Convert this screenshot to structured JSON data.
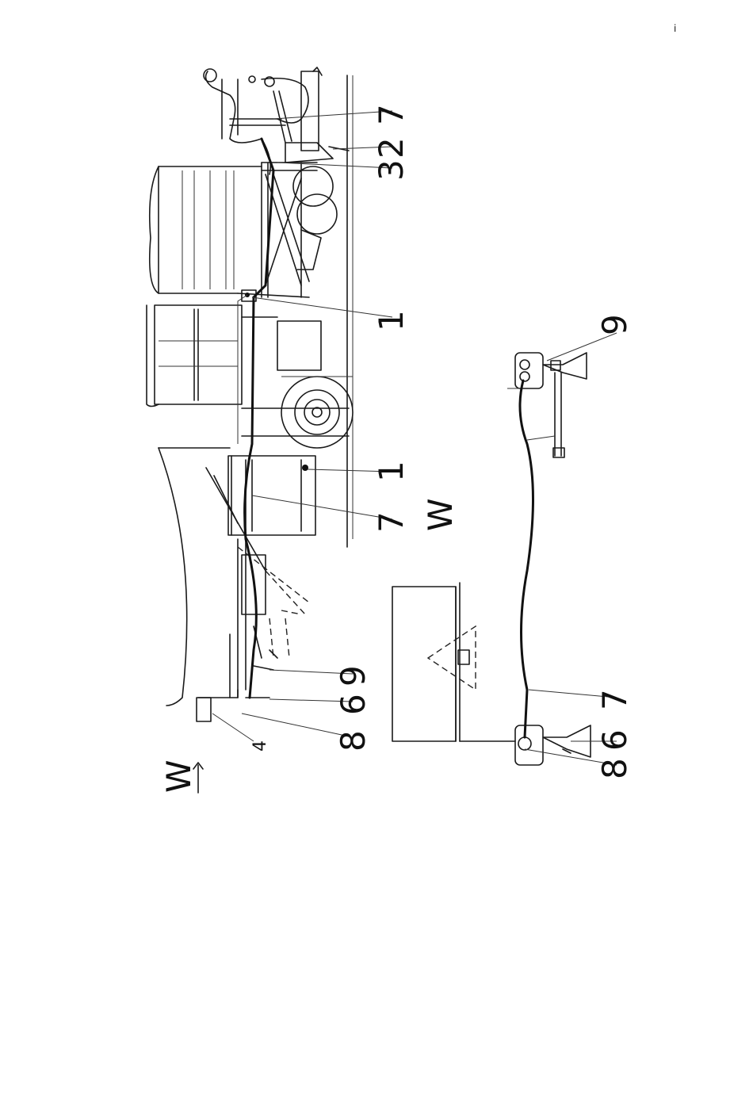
{
  "figure": {
    "corner_mark": "i",
    "view_arrow_label": "W",
    "view_label": "W"
  },
  "callouts_top": [
    {
      "id": "c7a",
      "text": "7"
    },
    {
      "id": "c2",
      "text": "2"
    },
    {
      "id": "c3",
      "text": "3"
    },
    {
      "id": "c1a",
      "text": "1"
    },
    {
      "id": "c1b",
      "text": "1"
    },
    {
      "id": "c7b",
      "text": "7"
    },
    {
      "id": "c9a",
      "text": "9"
    },
    {
      "id": "c6a",
      "text": "6"
    },
    {
      "id": "c8a",
      "text": "8"
    },
    {
      "id": "c4",
      "text": "4"
    }
  ],
  "callouts_detail": [
    {
      "id": "c9b",
      "text": "9"
    },
    {
      "id": "c7c",
      "text": "7"
    },
    {
      "id": "c6b",
      "text": "6"
    },
    {
      "id": "c8b",
      "text": "8"
    }
  ]
}
